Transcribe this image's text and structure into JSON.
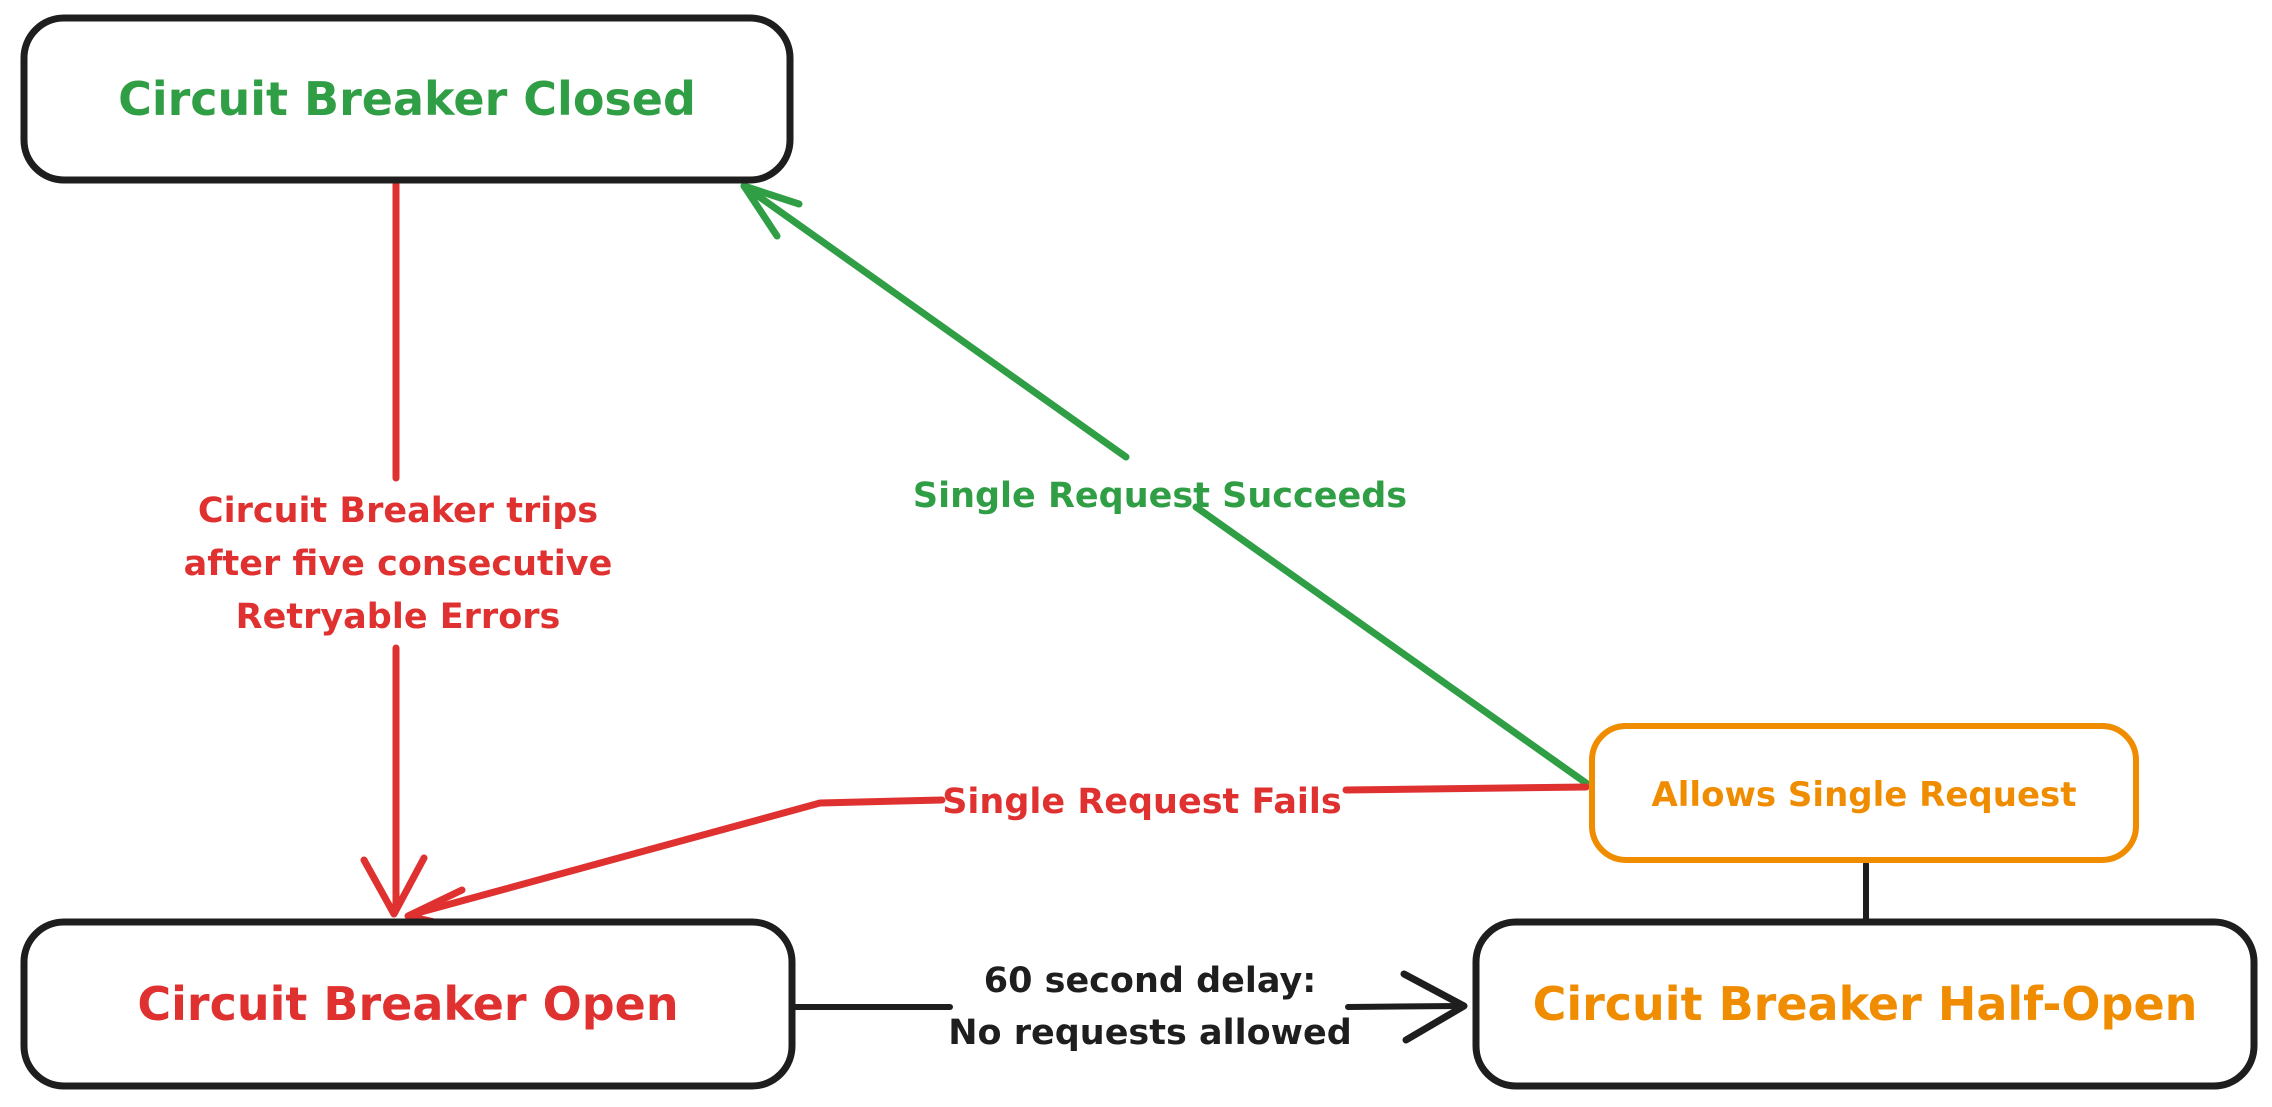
{
  "canvas": {
    "background": "#ffffff",
    "ink": "#1e1e1e"
  },
  "nodes": {
    "closed": {
      "label": "Circuit Breaker Closed",
      "color": "#2f9e44"
    },
    "open": {
      "label": "Circuit Breaker Open",
      "color": "#e03131"
    },
    "half_open": {
      "label": "Circuit Breaker Half-Open",
      "color": "#f08c00"
    },
    "allows_single_request": {
      "label": "Allows Single Request",
      "color": "#f08c00"
    }
  },
  "edges": {
    "trip": {
      "color": "#e03131",
      "label_lines": [
        "Circuit Breaker trips",
        "after five consecutive",
        "Retryable Errors"
      ]
    },
    "single_request_succeeds": {
      "color": "#2f9e44",
      "label": "Single Request Succeeds"
    },
    "single_request_fails": {
      "color": "#e03131",
      "label": "Single Request Fails"
    },
    "delay": {
      "color": "#1e1e1e",
      "label_lines": [
        "60 second delay:",
        "No requests allowed"
      ]
    },
    "allows_connector": {
      "color": "#1e1e1e"
    }
  }
}
